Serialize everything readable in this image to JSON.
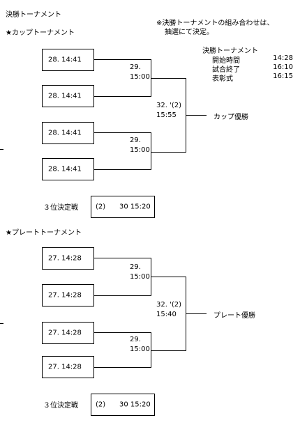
{
  "page_title": "決勝トーナメント",
  "note_line1": "※決勝トーナメントの組み合わせは、",
  "note_line2": "抽選にて決定。",
  "schedule": {
    "title": "決勝トーナメント",
    "rows": [
      {
        "label": "開始時間",
        "time": "14:28"
      },
      {
        "label": "試合終了",
        "time": "16:10"
      },
      {
        "label": "表彰式",
        "time": "16:15"
      }
    ]
  },
  "cup": {
    "heading": "★カップトーナメント",
    "slots": [
      "28. 14:41",
      "28. 14:41",
      "28. 14:41",
      "28. 14:41"
    ],
    "semi_top": {
      "line1": "29.",
      "line2": "15:00"
    },
    "semi_bottom": {
      "line1": "29.",
      "line2": "15:00"
    },
    "final": {
      "line1": "32. '(2)",
      "line2": "15:55"
    },
    "winner": "カップ優勝",
    "third_label": "３位決定戦",
    "third_count": "(2)",
    "third_time": "30 15:20"
  },
  "plate": {
    "heading": "★プレートトーナメント",
    "slots": [
      "27. 14:28",
      "27. 14:28",
      "27. 14:28",
      "27. 14:28"
    ],
    "semi_top": {
      "line1": "29.",
      "line2": "15:00"
    },
    "semi_bottom": {
      "line1": "29.",
      "line2": "15:00"
    },
    "final": {
      "line1": "32. '(2)",
      "line2": "15:40"
    },
    "winner": "プレート優勝",
    "third_label": "３位決定戦",
    "third_count": "(2)",
    "third_time": "30 15:20"
  }
}
